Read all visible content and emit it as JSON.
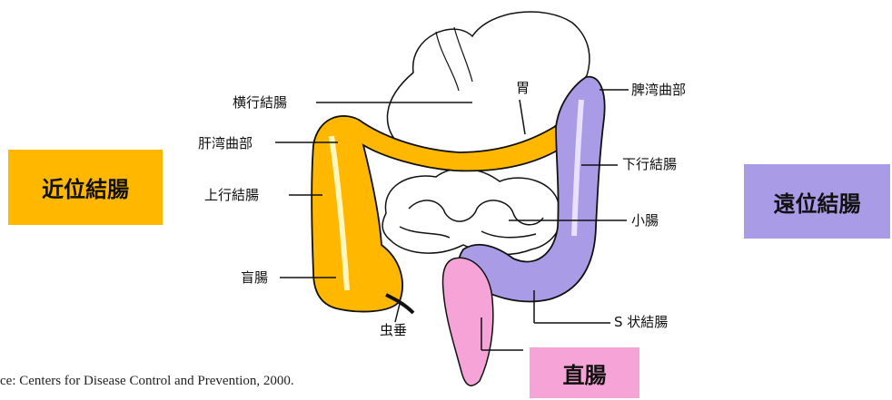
{
  "colors": {
    "proximal": "#ffb700",
    "distal": "#a99be6",
    "rectum": "#f6a4d7",
    "outline": "#111111"
  },
  "regions": {
    "proximal": "近位結腸",
    "distal": "遠位結腸",
    "rectum": "直腸"
  },
  "labels": {
    "stomach": "胃",
    "transverse": "横行結腸",
    "splenic_flexure": "脾湾曲部",
    "hepatic_flexure": "肝湾曲部",
    "descending": "下行結腸",
    "ascending": "上行結腸",
    "small_intestine": "小腸",
    "cecum": "盲腸",
    "sigmoid": "S 状結腸",
    "appendix": "虫垂"
  },
  "source": "ce: Centers for Disease Control and Prevention, 2000."
}
